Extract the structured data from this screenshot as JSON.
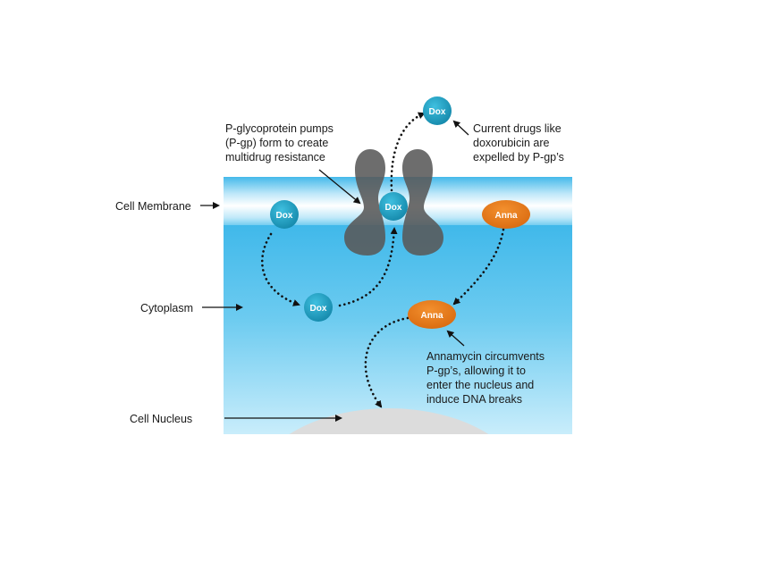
{
  "labels": {
    "cell_membrane": "Cell Membrane",
    "cytoplasm": "Cytoplasm",
    "cell_nucleus": "Cell Nucleus"
  },
  "annotations": {
    "pgp": [
      "P-glycoprotein pumps",
      "(P-gp) form to create",
      "multidrug resistance"
    ],
    "current_drugs": [
      "Current drugs like",
      "doxorubicin are",
      "expelled by P-gp’s"
    ],
    "annamycin": [
      "Annamycin circumvents",
      "P-gp’s, allowing it to",
      "enter the nucleus and",
      "induce DNA breaks"
    ]
  },
  "molecules": {
    "dox": "Dox",
    "anna": "Anna"
  },
  "colors": {
    "membrane_light": "#ffffff",
    "cytoplasm_top": "#3fb8ea",
    "cytoplasm_bottom": "#c7ecfa",
    "dox": "#1a9fc1",
    "anna": "#e87a1c",
    "pump": "#595959",
    "nucleus": "#dcdcdc"
  }
}
